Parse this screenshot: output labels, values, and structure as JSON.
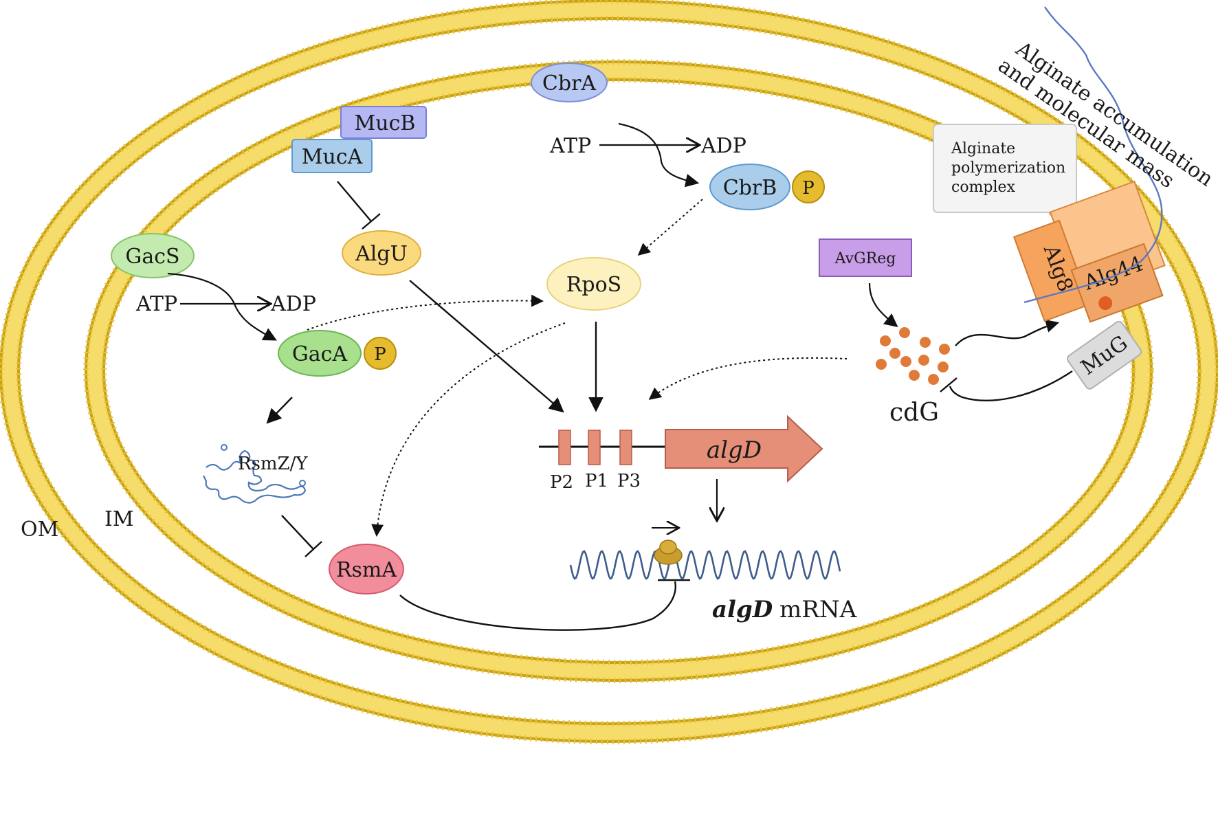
{
  "membranes": {
    "outer_label": "OM",
    "inner_label": "IM"
  },
  "proteins": {
    "cbra": "CbrA",
    "mucb": "MucB",
    "muca": "MucA",
    "algu": "AlgU",
    "gacs": "GacS",
    "gaca": "GacA",
    "cbrb": "CbrB",
    "rpos": "RpoS",
    "rsma": "RsmA",
    "avgreg": "AvGReg",
    "mug": "MuG",
    "alg8": "Alg8",
    "alg44": "Alg44",
    "phospho": "P"
  },
  "reactions": {
    "atp": "ATP",
    "adp": "ADP"
  },
  "rna": {
    "rsmzy": "RsmZ/Y",
    "mrna_gene": "algD",
    "mrna_word": "mRNA"
  },
  "gene": {
    "name": "algD",
    "promoters": [
      "P2",
      "P1",
      "P3"
    ]
  },
  "cdg_label": "cdG",
  "complex": {
    "line1": "Alginate",
    "line2": "polymerization",
    "line3": "complex"
  },
  "accumulation": {
    "line1": "Alginate accumulation",
    "line2": "and molecular mass"
  },
  "colors": {
    "membrane": "#e8c432",
    "membrane_dark": "#b89418",
    "green": "#b7e3a0",
    "blue": "#a9cdeb",
    "purple": "#c9b5f0",
    "yellow": "#fbd97e",
    "cream": "#fdf1bf",
    "pink": "#f28e9c",
    "orange": "#f6a35e",
    "gene": "#e58e78",
    "avgreg": "#c89ee8"
  }
}
